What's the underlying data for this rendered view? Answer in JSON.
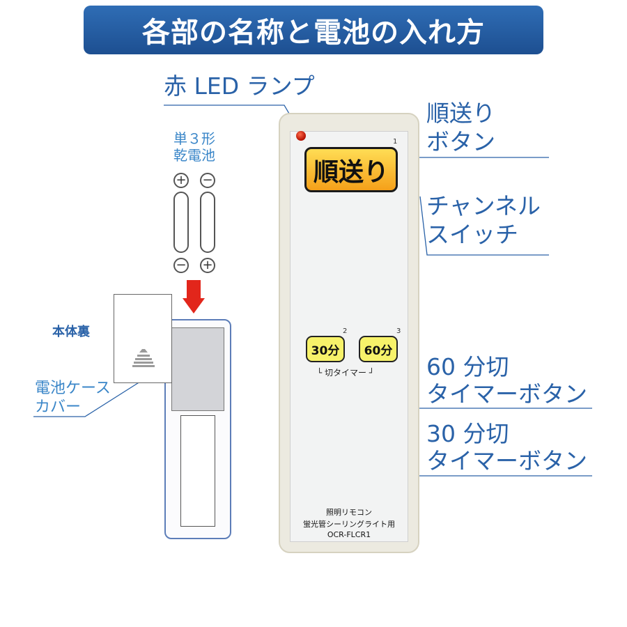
{
  "title": "各部の名称と電池の入れ方",
  "labels": {
    "led": "赤 LED ランプ",
    "next_line1": "順送り",
    "next_line2": "ボタン",
    "channel_line1": "チャンネル",
    "channel_line2": "スイッチ",
    "t60_line1": "60 分切",
    "t60_line2": "タイマーボタン",
    "t30_line1": "30 分切",
    "t30_line2": "タイマーボタン",
    "battery_line1": "単３形",
    "battery_line2": "乾電池",
    "back": "本体裏",
    "cover_line1": "電池ケース",
    "cover_line2": "カバー"
  },
  "remote": {
    "next_button": "順送り",
    "next_num": "1",
    "t30_button": "30分",
    "t30_num": "2",
    "t60_button": "60分",
    "t60_num": "3",
    "timer_caption": "└ 切タイマー ┘",
    "text_line1": "照明リモコン",
    "text_line2": "蛍光管シーリングライト用",
    "model": "OCR-FLCR1"
  },
  "symbols": {
    "plus": "+",
    "minus": "−"
  },
  "colors": {
    "banner": "#1d4f91",
    "label": "#2a62a8",
    "arrow": "#e2261b",
    "next_button": "#f5a01a",
    "timer_button": "#f7f26a"
  }
}
